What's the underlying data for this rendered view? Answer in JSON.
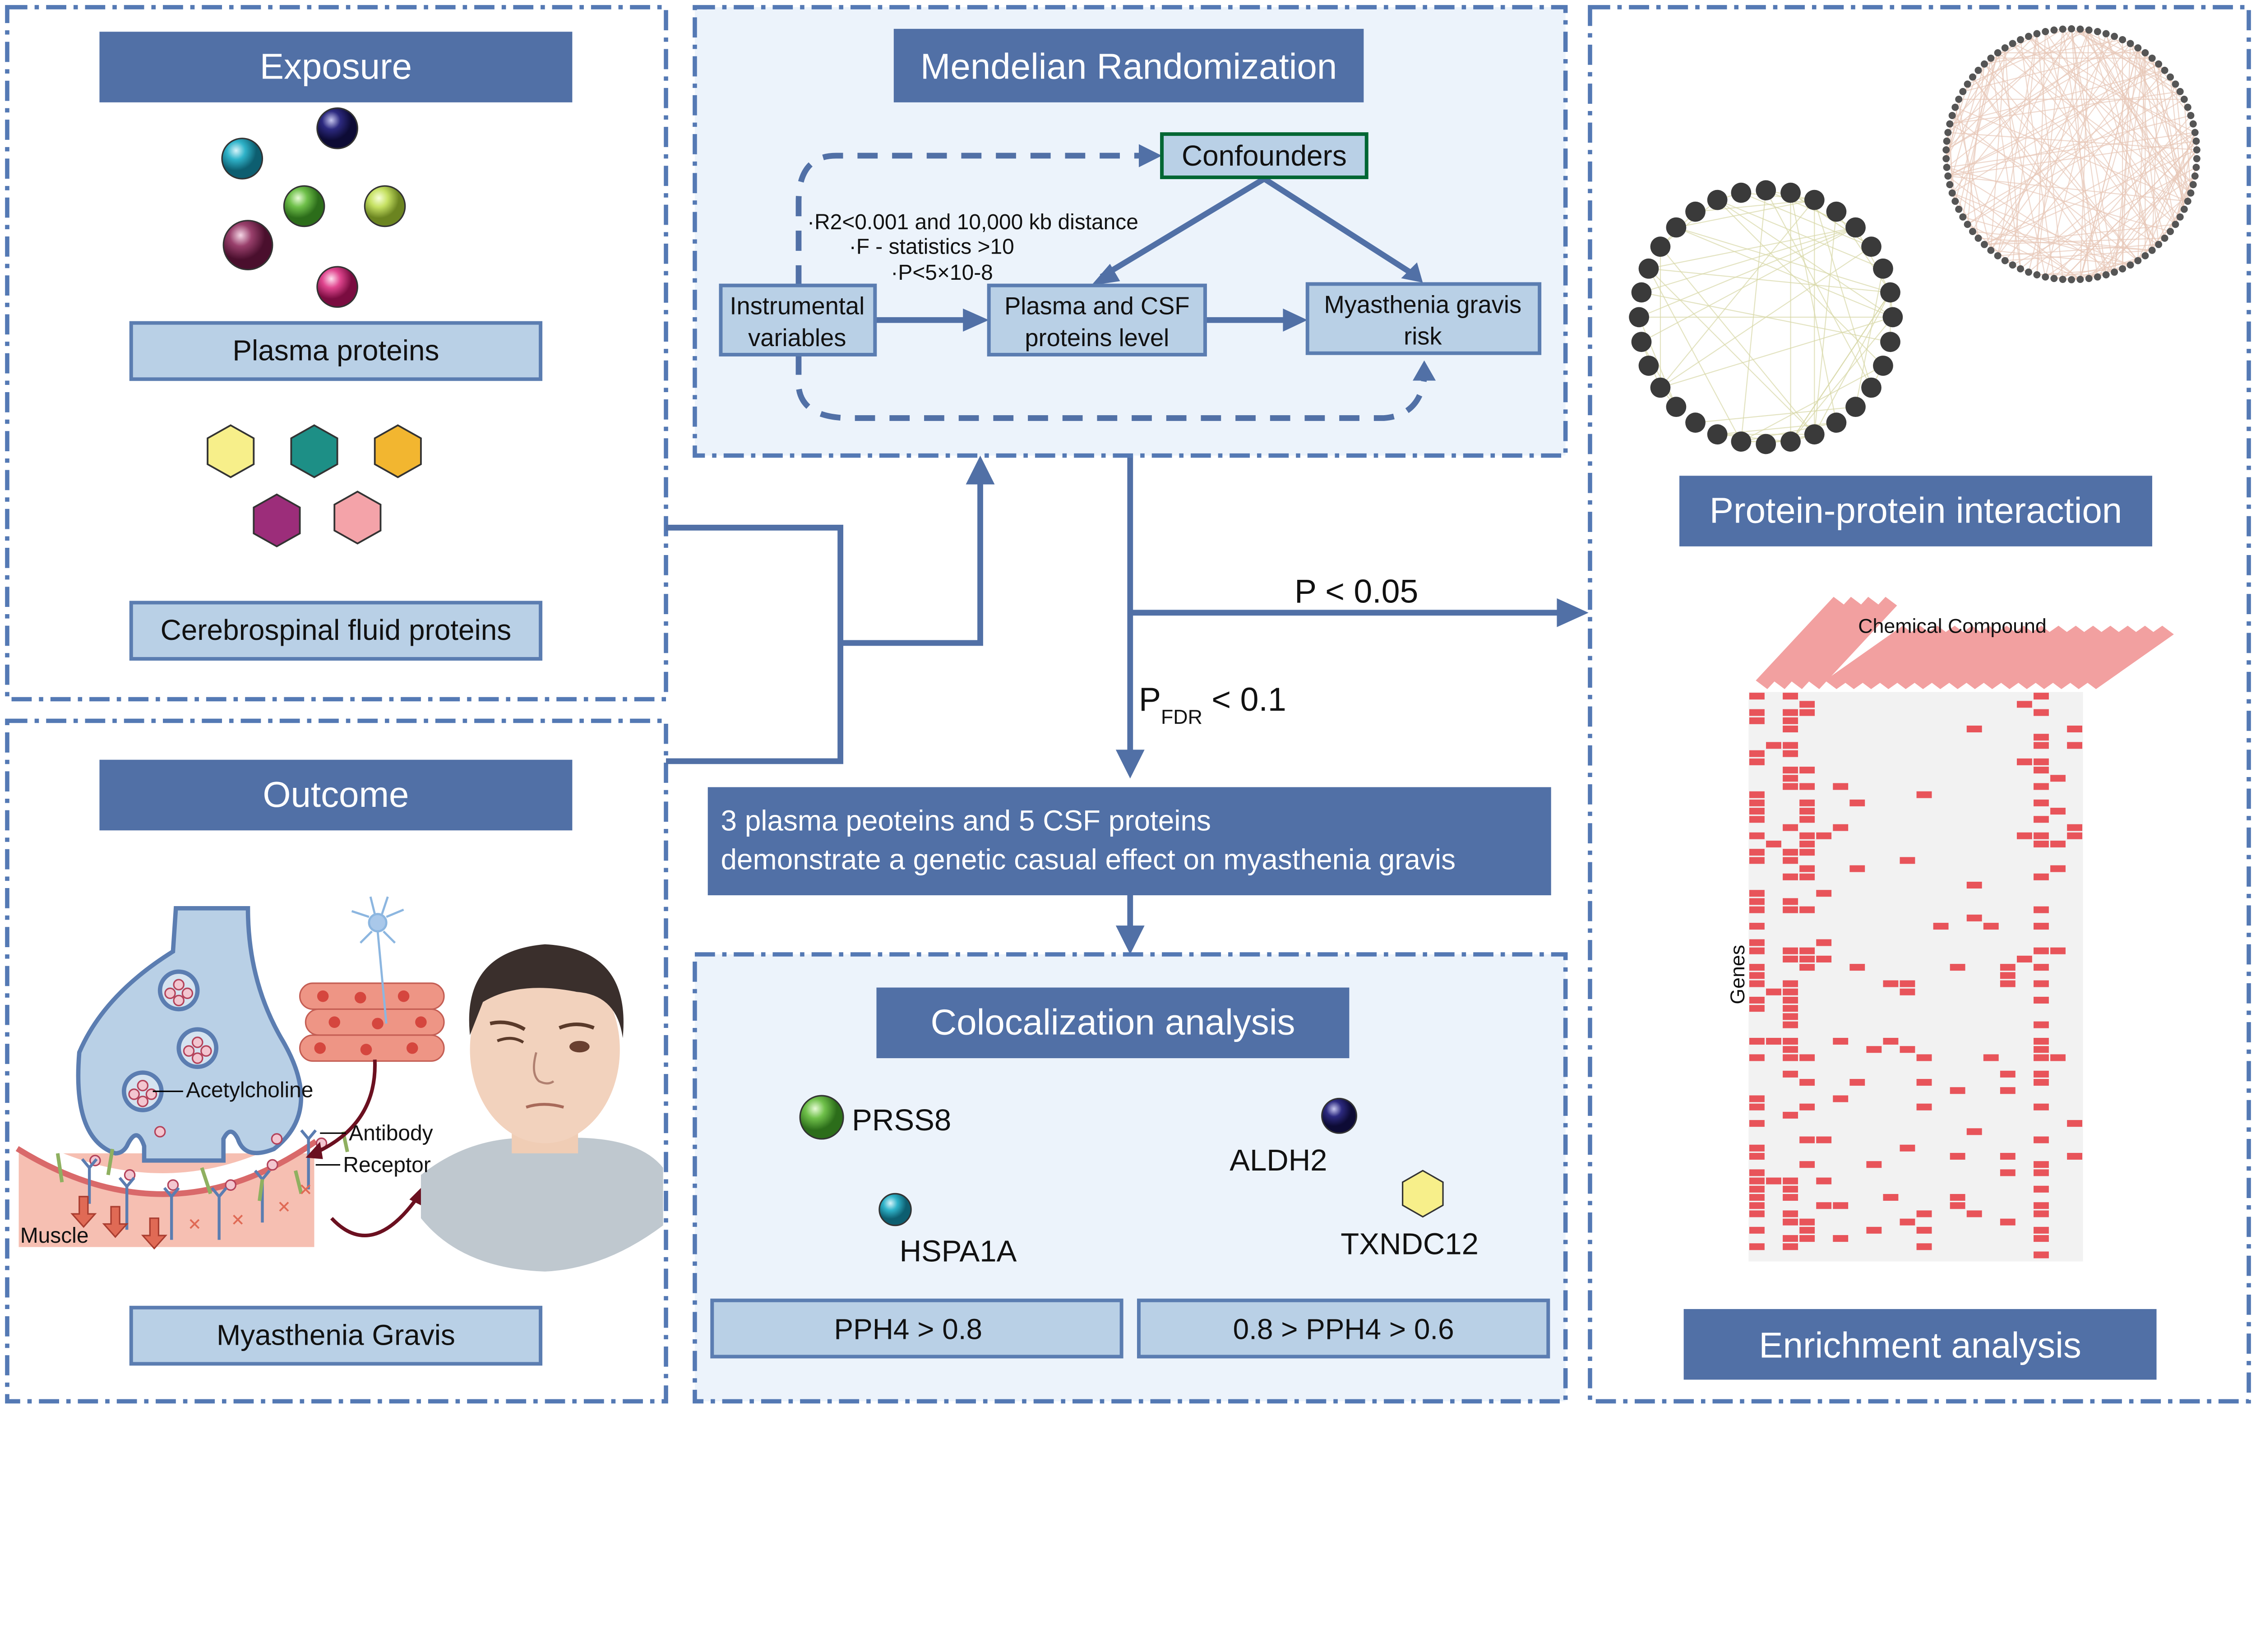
{
  "exposure": {
    "title": "Exposure",
    "plasma_label": "Plasma proteins",
    "csf_label": "Cerebrospinal fluid proteins"
  },
  "outcome": {
    "title": "Outcome",
    "illustration_labels": {
      "acetylcholine": "Acetylcholine",
      "antibody": "Antibody",
      "receptor": "Receptor",
      "muscle": "Muscle"
    },
    "disease_label": "Myasthenia Gravis"
  },
  "mendelian": {
    "title": "Mendelian Randomization",
    "confounders": "Confounders",
    "criteria": [
      "·R2<0.001 and 10,000 kb distance",
      "·F - statistics >10",
      "·P<5×10-8"
    ],
    "instrumental": [
      "Instrumental",
      "variables"
    ],
    "exposure_level": [
      "Plasma and CSF",
      "proteins level"
    ],
    "outcome_risk": [
      "Myasthenia gravis",
      "risk"
    ]
  },
  "flow": {
    "p_label": "P < 0.05",
    "pfdr_p": "P",
    "pfdr_sub": "FDR",
    "pfdr_rest": " < 0.1"
  },
  "result": {
    "line1": "3 plasma peoteins and 5 CSF proteins",
    "line2": "demonstrate a genetic casual effect on myasthenia gravis"
  },
  "colocalization": {
    "title": "Colocalization analysis",
    "proteins": [
      "PRSS8",
      "HSPA1A",
      "ALDH2",
      "TXNDC12"
    ],
    "threshold_high": "PPH4 > 0.8",
    "threshold_mid": "0.8 > PPH4 > 0.6"
  },
  "ppi": {
    "title": "Protein-protein interaction"
  },
  "enrichment": {
    "title": "Enrichment analysis",
    "column_label": "Chemical Compound",
    "row_label": "Genes"
  },
  "colors": {
    "accent": "#5170a6",
    "box_fill": "#b9d0e6",
    "panel_fill": "#ecf3fb",
    "confounder_border": "#006633",
    "heatmap_hit": "#e8545a"
  }
}
